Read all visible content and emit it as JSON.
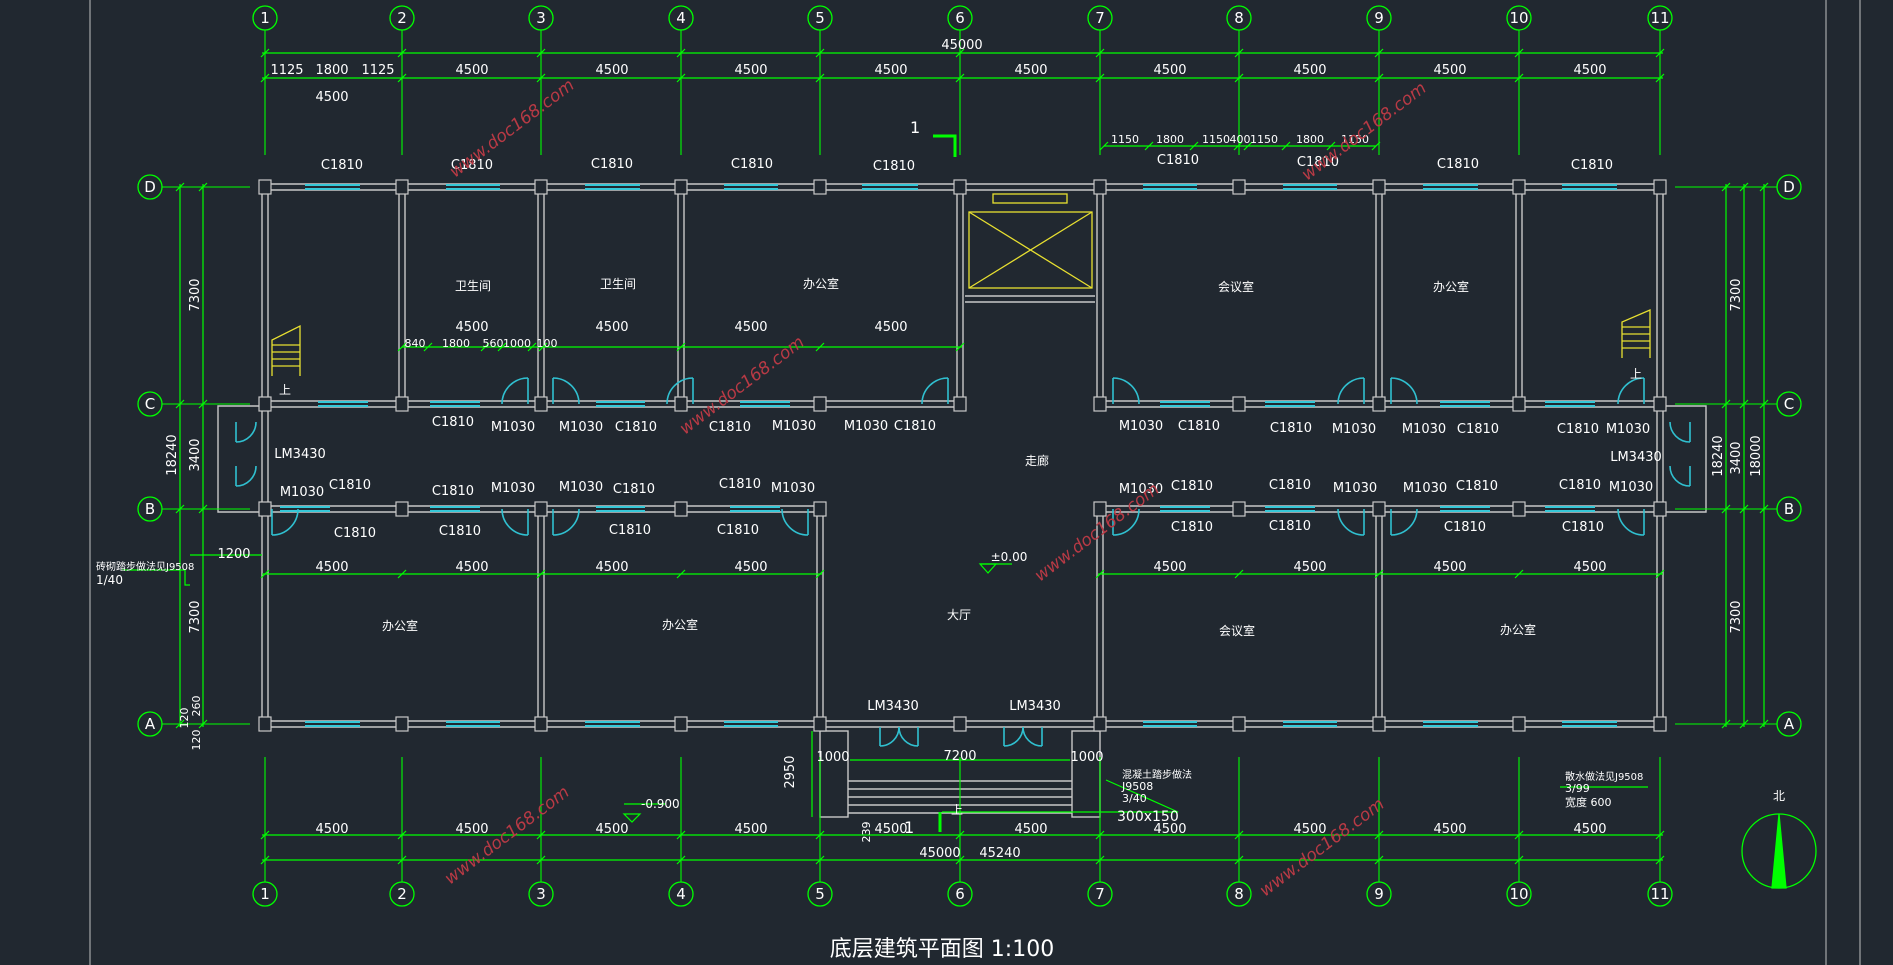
{
  "title": "底层建筑平面图 1:100",
  "colors": {
    "background": "#212830",
    "wall": "#c8c8c8",
    "dimension": "#00ff00",
    "window": "#36c8d8",
    "door": "#30c0d0",
    "stair": "#e8e030",
    "watermark": "#b83a45",
    "text": "#ffffff"
  },
  "grid_columns": [
    "1",
    "2",
    "3",
    "4",
    "5",
    "6",
    "7",
    "8",
    "9",
    "10",
    "11"
  ],
  "grid_rows": [
    "A",
    "B",
    "C",
    "D"
  ],
  "dimensions": {
    "total_top": "45000",
    "top_spans": [
      "4500",
      "4500",
      "4500",
      "4500",
      "4500",
      "4500",
      "4500",
      "4500",
      "4500"
    ],
    "top_sub": [
      "1125",
      "1800",
      "1125"
    ],
    "top_sub_under": "4500",
    "top_right_sub": [
      "1150",
      "1800",
      "1150",
      "400",
      "1150",
      "1800",
      "1150"
    ],
    "mid_spans_upper": [
      "4500",
      "4500",
      "4500",
      "4500"
    ],
    "mid_sub_upper": [
      "840",
      "1800",
      "560",
      "1000",
      "100"
    ],
    "mid_spans_lower_left": [
      "4500",
      "4500",
      "4500",
      "4500"
    ],
    "mid_spans_lower_right": [
      "4500",
      "4500",
      "4500",
      "4500"
    ],
    "bottom_spans": [
      "4500",
      "4500",
      "4500",
      "4500",
      "4500",
      "4500",
      "4500",
      "4500",
      "4500",
      "4500"
    ],
    "bottom_total_a": "45000",
    "bottom_total_b": "45240",
    "left_vertical": [
      "7300",
      "3400",
      "7300"
    ],
    "left_total": "18240",
    "left_small": [
      "120",
      "260",
      "120"
    ],
    "right_vertical": [
      "7300",
      "3400",
      "7300"
    ],
    "right_total": "18240",
    "right_overall": "18000",
    "porch_width": "7200",
    "porch_side": [
      "1000",
      "1000"
    ],
    "porch_depth": "2950",
    "porch_small": "239",
    "side_step": "1200"
  },
  "window_labels_top": [
    "C1810",
    "C1810",
    "C1810",
    "C1810",
    "C1810",
    "C1810",
    "C1810",
    "C1810",
    "C1810"
  ],
  "window_top_right_sub": "C1810",
  "corridor_labels_c": [
    "C1810",
    "M1030",
    "M1030",
    "C1810",
    "C1810",
    "M1030",
    "M1030",
    "C1810",
    "M1030",
    "C1810",
    "C1810",
    "M1030",
    "M1030",
    "C1810",
    "C1810",
    "M1030"
  ],
  "corridor_labels_b_upper": [
    "M1030",
    "C1810",
    "C1810",
    "M1030",
    "M1030",
    "C1810",
    "C1810",
    "M1030",
    "M1030",
    "C1810",
    "C1810",
    "M1030",
    "M1030",
    "C1810",
    "C1810",
    "M1030"
  ],
  "corridor_labels_b_lower": [
    "C1810",
    "C1810",
    "C1810",
    "C1810",
    "C1810",
    "C1810",
    "C1810",
    "C1810"
  ],
  "lm_side": [
    "LM3430",
    "LM3430"
  ],
  "lm_front": [
    "LM3430",
    "LM3430"
  ],
  "rooms": {
    "toilet1": "卫生间",
    "toilet2": "卫生间",
    "office_top": "办公室",
    "meeting_top": "会议室",
    "office_top_right": "办公室",
    "corridor": "走廊",
    "hall": "大厅",
    "office_bl1": "办公室",
    "office_bl2": "办公室",
    "meeting_br": "会议室",
    "office_br": "办公室"
  },
  "levels": {
    "floor": "±0.00",
    "outside": "-0.900"
  },
  "section_mark": "1",
  "stair_up": [
    "上",
    "上",
    "上"
  ],
  "notes": {
    "left_note1": "砖砌踏步做法见J9508",
    "left_note2": "1/40",
    "porch_note1": "混凝土踏步做法",
    "porch_note2": "J9508",
    "porch_note3": "3/40",
    "step_size": "300x150",
    "ramp_note1": "散水做法见J9508",
    "ramp_note2": "3/99",
    "ramp_note3": "宽度 600"
  },
  "north": "北",
  "watermark": "www.doc168.com"
}
